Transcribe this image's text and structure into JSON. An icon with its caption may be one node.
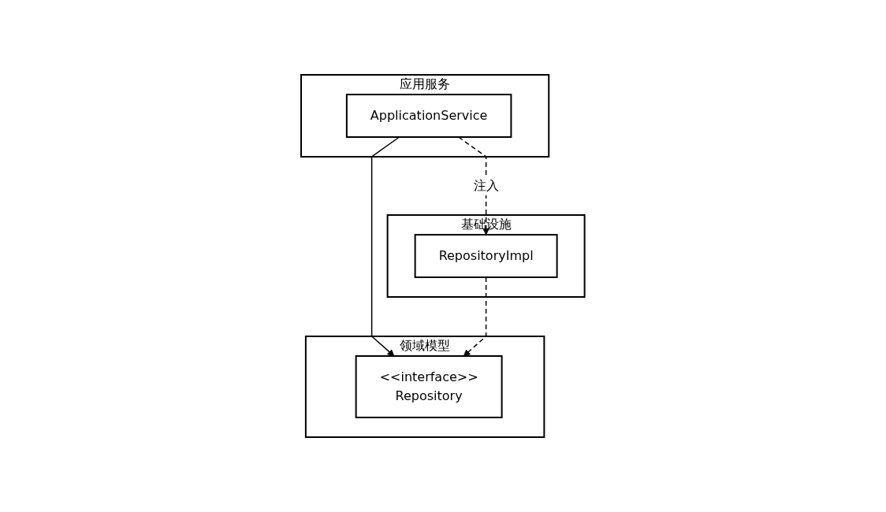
{
  "diagram": {
    "nodes": [
      {
        "text": [
          "应用服务"
        ]
      },
      {
        "text": [
          "ApplicationService"
        ],
        "in": 0
      },
      {
        "text": [
          "基础设施"
        ]
      },
      {
        "text": [
          "RepositoryImpl"
        ],
        "in": 2
      },
      {
        "text": [
          "领域模型"
        ]
      },
      {
        "text": [
          "<<interface>>",
          "Repository"
        ],
        "in": 4
      }
    ],
    "edges": [
      {
        "from": 1,
        "to": 3,
        "arrow": "to",
        "style": "dashed",
        "label": "注入"
      },
      {
        "from": 1,
        "to": 5,
        "arrow": "to"
      },
      {
        "from": 3,
        "to": 5,
        "arrow": "to",
        "style": "dashed"
      }
    ]
  }
}
